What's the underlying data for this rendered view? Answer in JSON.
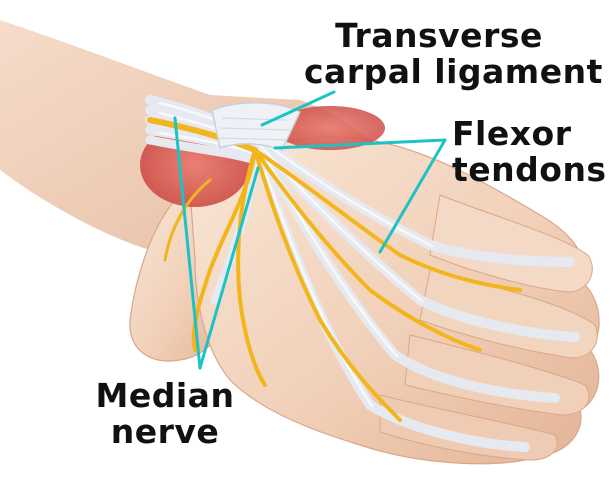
{
  "figure": {
    "subject": "hand-wrist-anatomy-illustration",
    "labels": {
      "transverse_carpal_ligament": {
        "line1": "Transverse",
        "line2": "carpal ligament"
      },
      "flexor_tendons": {
        "line1": "Flexor",
        "line2": "tendons"
      },
      "median_nerve": {
        "line1": "Median",
        "line2": "nerve"
      }
    }
  },
  "colors": {
    "leader_line": "#1ec2c4",
    "skin_light": "#f6dfcc",
    "skin_mid": "#efc9ae",
    "skin_shadow": "#dba68a",
    "muscle": "#d9574f",
    "nerve": "#f2b51b",
    "tendon": "#e4e8ee",
    "ligament": "#eef2f7",
    "text": "#111111"
  }
}
